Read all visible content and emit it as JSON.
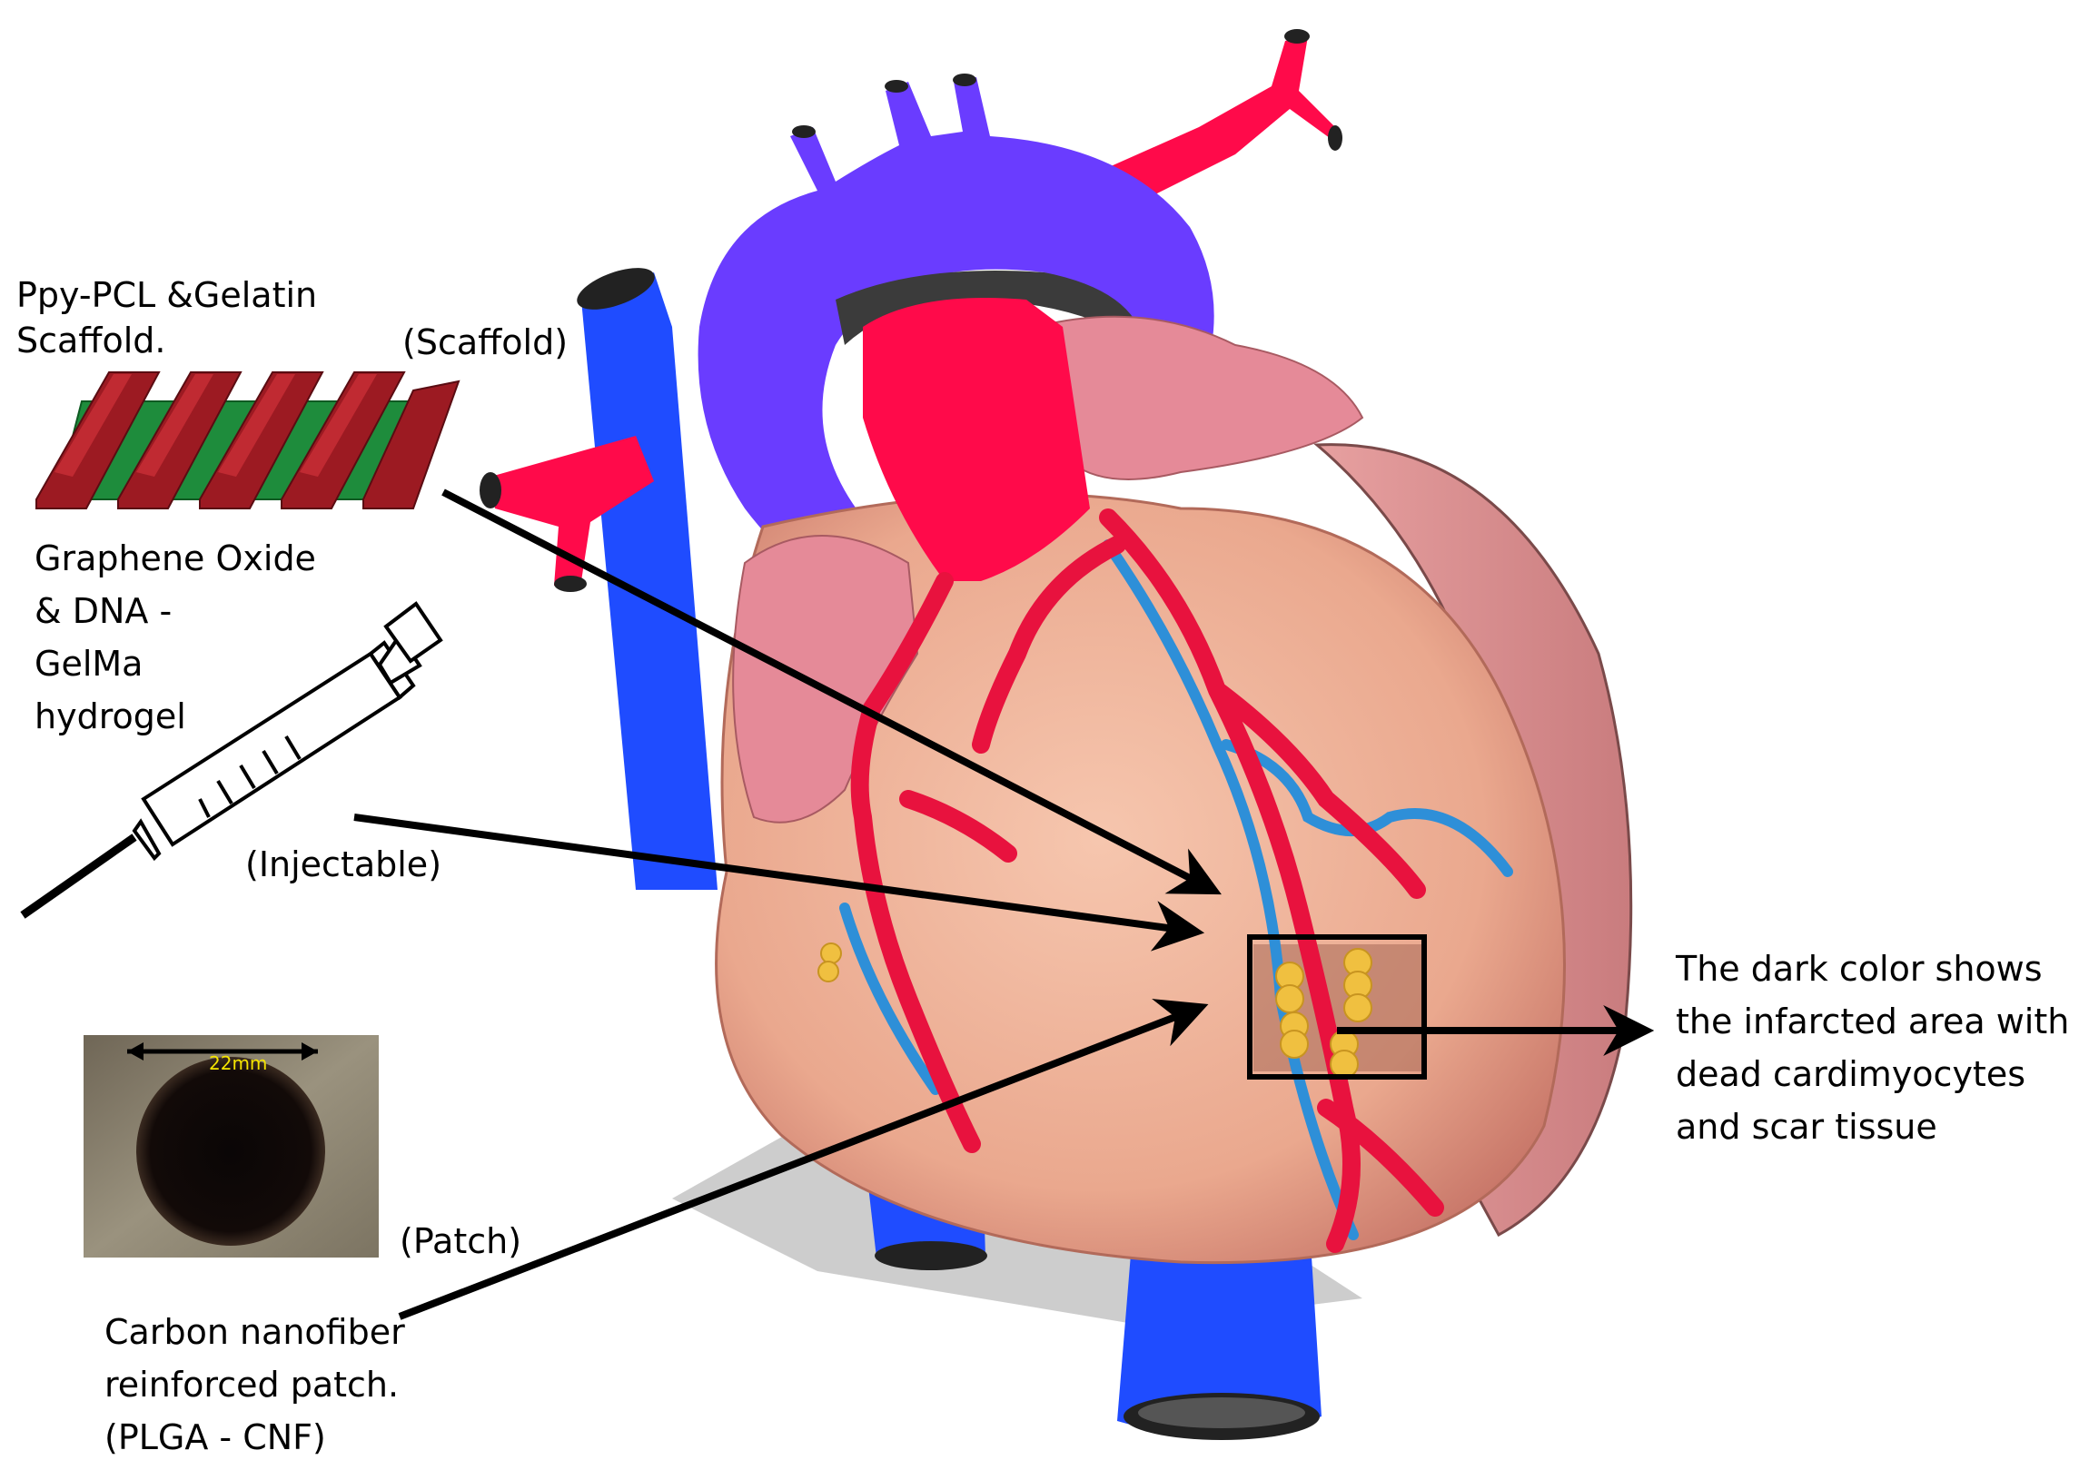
{
  "labels": {
    "scaffold_title_1": "Ppy-PCL &Gelatin",
    "scaffold_title_2": "Scaffold.",
    "scaffold_tag": "(Scaffold)",
    "hydrogel_1": "Graphene Oxide",
    "hydrogel_2": "& DNA -",
    "hydrogel_3": "GelMa",
    "hydrogel_4": "hydrogel",
    "injectable_tag": "(Injectable)",
    "patch_scale": "22mm",
    "patch_tag": "(Patch)",
    "patch_desc_1": "Carbon nanofiber",
    "patch_desc_2": "reinforced patch.",
    "patch_desc_3": "(PLGA - CNF)",
    "infarct_1": "The dark color shows",
    "infarct_2": "the infarcted area with",
    "infarct_3": "dead cardimyocytes",
    "infarct_4": "and scar tissue"
  },
  "colors": {
    "aorta": "#6a3cff",
    "vein": "#1f4cff",
    "artery": "#ff0a4a",
    "heart_skin": "#f0b49a",
    "atrium": "#e58a98",
    "scaffold_bar": "#9c1a22",
    "scaffold_base": "#1e8c3c",
    "fat_cells": "#f0c040"
  }
}
